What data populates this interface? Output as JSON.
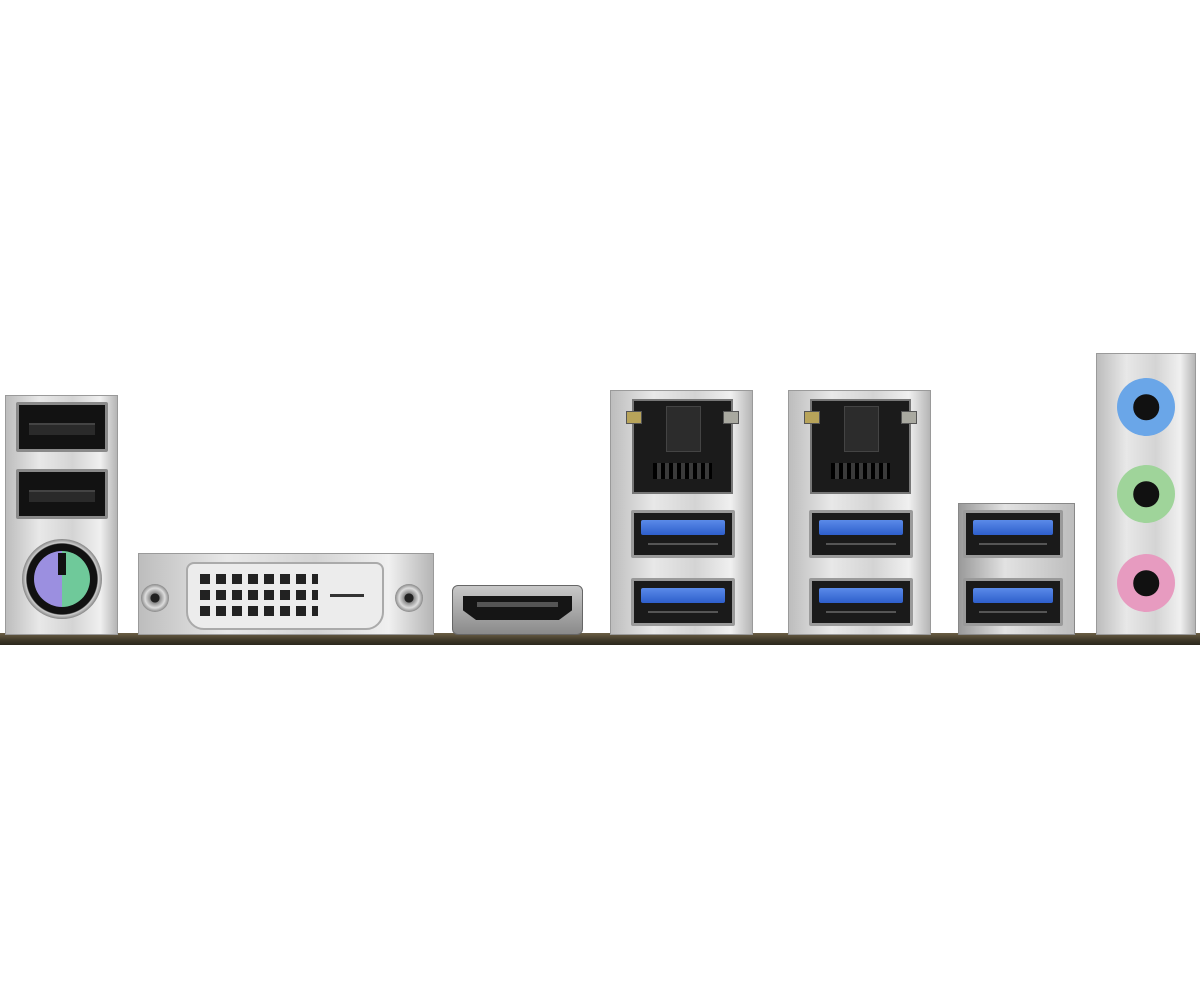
{
  "panel": {
    "ports": [
      {
        "name": "usb2-port",
        "count": 2,
        "icon": "usb-a-icon",
        "color": "#121212"
      },
      {
        "name": "ps2-combo-port",
        "icon": "ps2-icon",
        "colors": {
          "keyboard": "#9b8fe0",
          "mouse": "#6fc99a"
        }
      },
      {
        "name": "dvi-d-port",
        "icon": "dvi-icon",
        "color": "#e6e6e6"
      },
      {
        "name": "hdmi-port",
        "icon": "hdmi-icon",
        "color": "#1a1a1a"
      },
      {
        "name": "rj45-lan-port",
        "count": 2,
        "icon": "ethernet-icon",
        "color": "#1b1b1b"
      },
      {
        "name": "usb3-port",
        "count": 6,
        "icon": "usb-a-icon",
        "color": "#3a6fd8"
      },
      {
        "name": "audio-jack-line-in",
        "icon": "audio-jack-icon",
        "color": "#6aa6e8"
      },
      {
        "name": "audio-jack-line-out",
        "icon": "audio-jack-icon",
        "color": "#9fd49a"
      },
      {
        "name": "audio-jack-mic-in",
        "icon": "audio-jack-icon",
        "color": "#e79bc0"
      }
    ]
  }
}
